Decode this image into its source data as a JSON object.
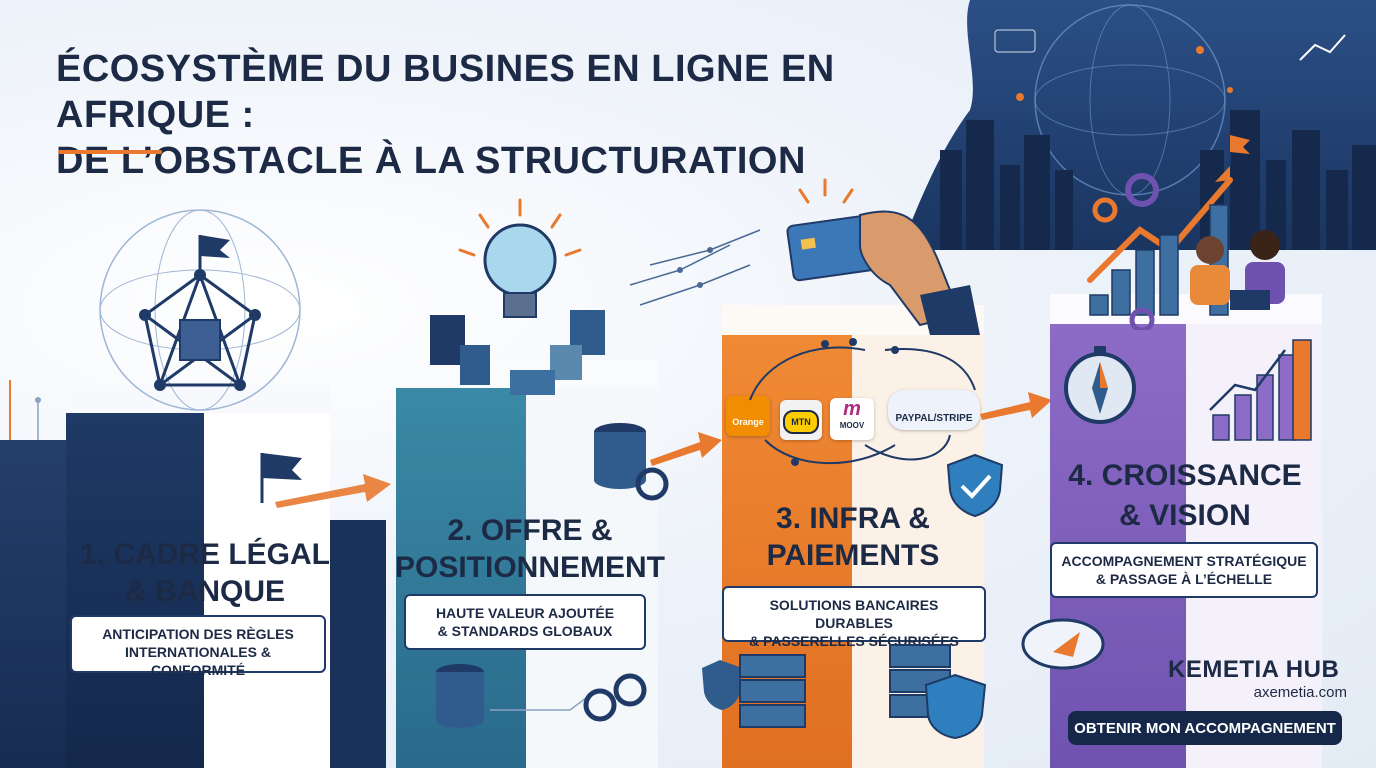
{
  "title": {
    "line1": "ÉCOSYSTÈME DU BUSINES EN LIGNE EN AFRIQUE :",
    "line2": "DE L’OBSTACLE À LA STRUCTURATION"
  },
  "steps": [
    {
      "label_line1": "1. CADRE LÉGAL",
      "label_line2": "& BANQUE",
      "desc_line1": "ANTICIPATION DES RÈGLES",
      "desc_line2": "INTERNATIONALES & CONFORMITÉ"
    },
    {
      "label_line1": "2. OFFRE &",
      "label_line2": "POSITIONNEMENT",
      "desc_line1": "HAUTE VALEUR AJOUTÉE",
      "desc_line2": "& STANDARDS GLOBAUX"
    },
    {
      "label_line1": "3. INFRA &",
      "label_line2": "PAIEMENTS",
      "desc_line1": "SOLUTIONS BANCAIRES DURABLES",
      "desc_line2": "& PASSERELLES SÉCURISÉES"
    },
    {
      "label_line1": "4. CROISSANCE",
      "label_line2": "& VISION",
      "desc_line1": "ACCOMPAGNEMENT STRATÉGIQUE",
      "desc_line2": "& PASSAGE À L’ÉCHELLE"
    }
  ],
  "payments": {
    "orange": "Orange",
    "mtn": "MTN",
    "moov_logo": "m",
    "moov": "MOOV",
    "paypal": "PAYPAL/STRIPE"
  },
  "brand": {
    "name": "KEMETIA HUB",
    "url": "axemetia.com",
    "cta": "OBTENIR MON ACCOMPAGNEMENT"
  },
  "colors": {
    "navy": "#1d2a45",
    "accent": "#e8792f",
    "teal": "#3a8aa6",
    "orange": "#f08a35",
    "purple": "#8d6cc7"
  }
}
